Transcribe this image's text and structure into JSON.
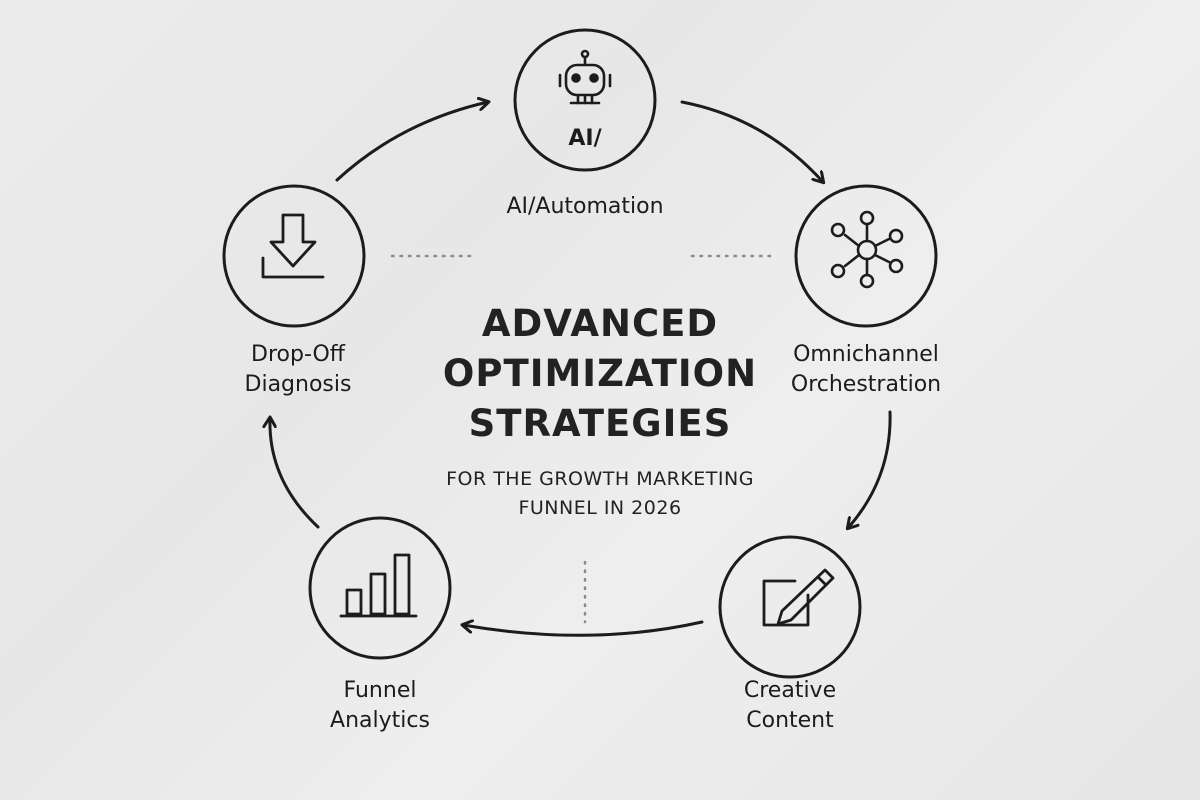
{
  "title_lines": [
    "ADVANCED",
    "OPTIMIZATION",
    "STRATEGIES"
  ],
  "subtitle_lines": [
    "FOR THE GROWTH MARKETING",
    "FUNNEL IN 2026"
  ],
  "nodes": [
    {
      "icon": "robot-icon",
      "icon_text": "AI/",
      "label_lines": [
        "AI/Automation"
      ]
    },
    {
      "icon": "network-hub-icon",
      "label_lines": [
        "Omnichannel",
        "Orchestration"
      ]
    },
    {
      "icon": "pencil-square-icon",
      "label_lines": [
        "Creative",
        "Content"
      ]
    },
    {
      "icon": "bar-chart-icon",
      "label_lines": [
        "Funnel",
        "Analytics"
      ]
    },
    {
      "icon": "download-icon",
      "label_lines": [
        "Drop-Off",
        "Diagnosis"
      ]
    }
  ],
  "flow_direction": "clockwise",
  "colors": {
    "ink": "#1c1c1c",
    "background": "#ebebeb",
    "dots": "#8a8a8a"
  }
}
